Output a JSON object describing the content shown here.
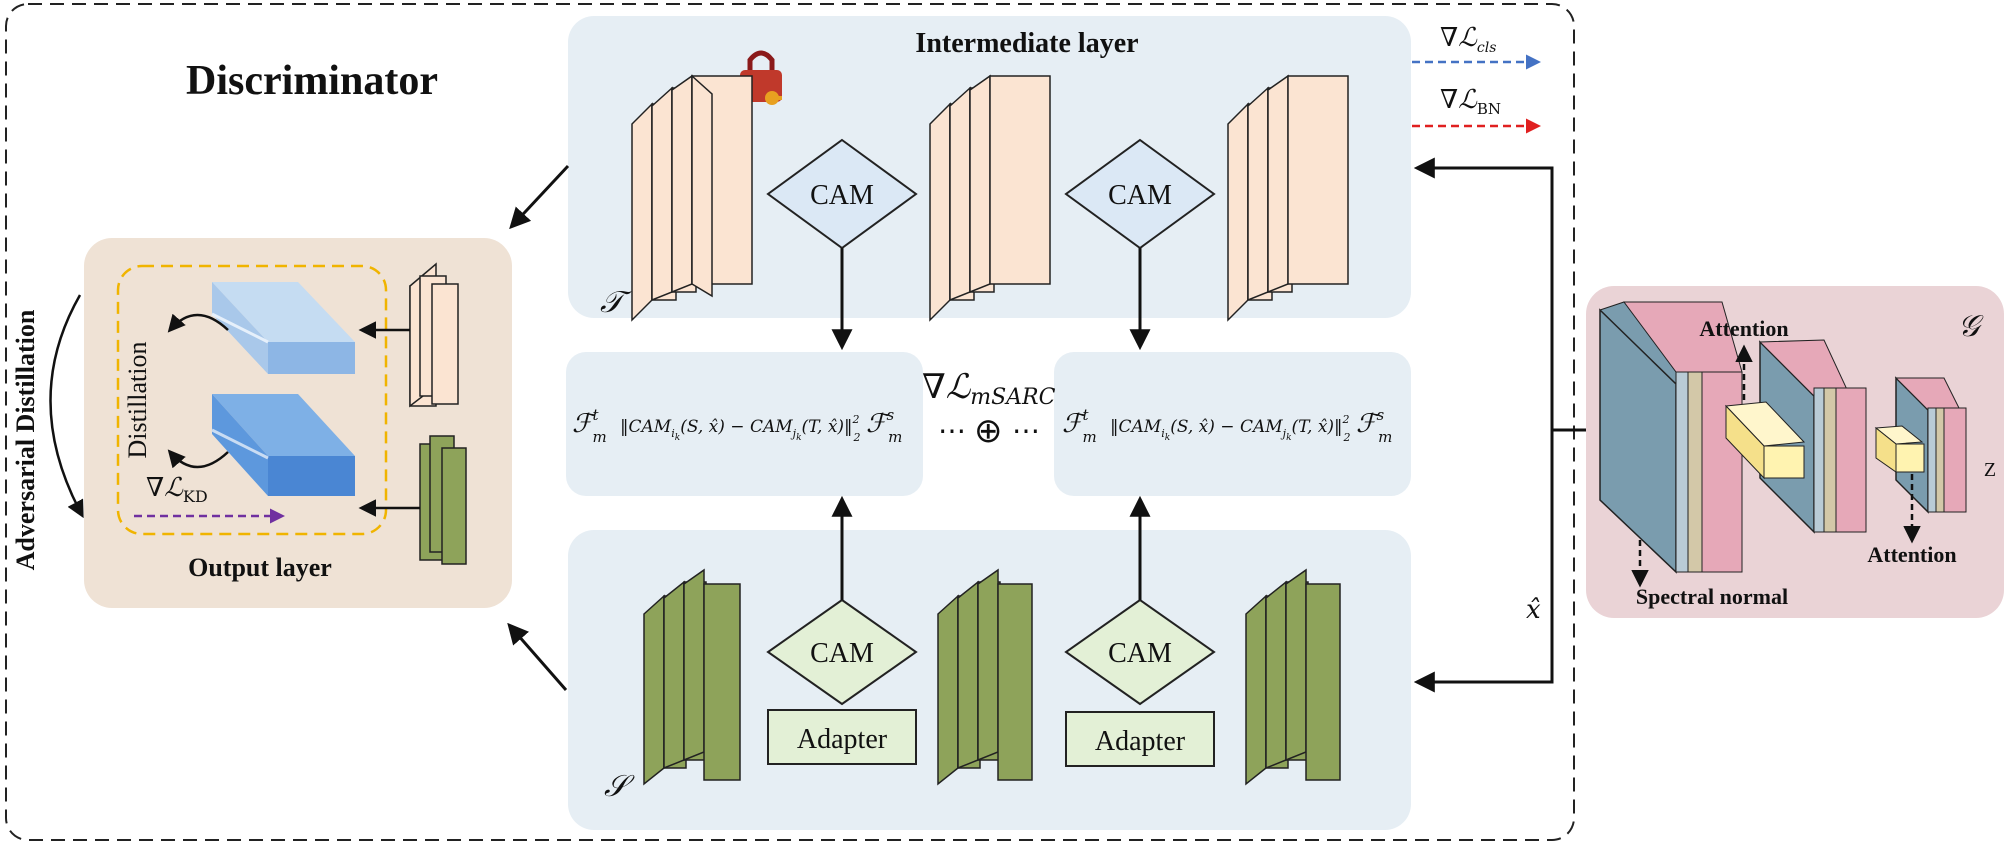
{
  "title": "Discriminator",
  "side_label": "Adversarial Distillation",
  "teacher": {
    "label": "Intermediate layer",
    "symbol": "𝒯"
  },
  "student": {
    "symbol": "𝒮"
  },
  "output": {
    "label": "Output layer",
    "distillation": "Distillation",
    "kd_loss": "∇ℒ",
    "kd_sub": "KD"
  },
  "cam_label": "CAM",
  "adapter_label": "Adapter",
  "marca": {
    "loss": "∇ℒ",
    "loss_sub": "mSARC",
    "formula_left_sym": "ℱ",
    "formula_sup_t": "t",
    "formula_sup_s": "s",
    "formula_sub_m": "m",
    "formula_body": "‖CAM",
    "formula_mid": "(S, x̂) − CAM",
    "formula_end": "(T, x̂)‖",
    "formula_sub_i": "i",
    "formula_sub_j": "j",
    "formula_sub_k": "k",
    "formula_norm_sub": "2",
    "formula_norm_sup": "2",
    "dots": "⋯",
    "oplus": "⊕"
  },
  "legend": [
    {
      "text": "∇ℒ",
      "sub": "cls",
      "color": "#4472c4"
    },
    {
      "text": "∇ℒ",
      "sub": "BN",
      "color": "#e02020"
    }
  ],
  "generator": {
    "symbol": "𝒢",
    "attention_top": "Attention",
    "attention_bottom": "Attention",
    "spectral": "Spectral normal",
    "z": "Z"
  },
  "xhat": "x̂"
}
